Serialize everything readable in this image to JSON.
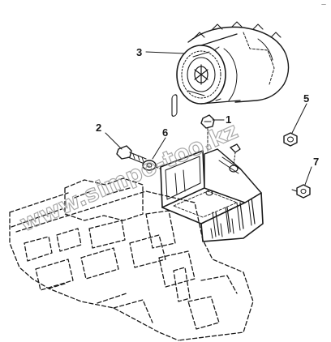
{
  "diagram": {
    "callouts": {
      "p1": "1",
      "p2": "2",
      "p3": "3",
      "p5": "5",
      "p6": "6",
      "p7": "7"
    },
    "watermark": "www.simpo-too.kz",
    "corner_mark": "—"
  }
}
